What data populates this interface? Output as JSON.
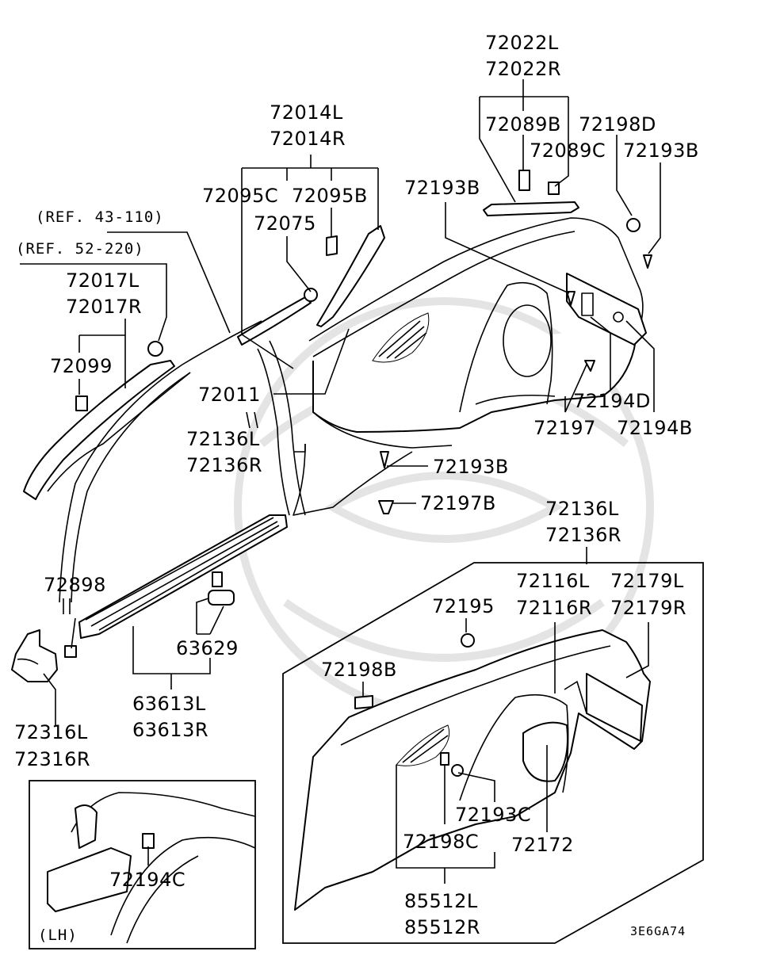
{
  "labels": {
    "p72022L": "72022L",
    "p72022R": "72022R",
    "p72089B": "72089B",
    "p72089C": "72089C",
    "p72198D": "72198D",
    "p72193B_top_right": "72193B",
    "p72014L": "72014L",
    "p72014R": "72014R",
    "p72095C": "72095C",
    "p72095B": "72095B",
    "p72075": "72075",
    "p72193B_mid": "72193B",
    "ref43": "(REF. 43-110)",
    "ref52": "(REF. 52-220)",
    "p72017L": "72017L",
    "p72017R": "72017R",
    "p72099": "72099",
    "p72011": "72011",
    "p72136L_a": "72136L",
    "p72136R_a": "72136R",
    "p72194D": "72194D",
    "p72197": "72197",
    "p72194B": "72194B",
    "p72193B_low": "72193B",
    "p72197B": "72197B",
    "p72136L_b": "72136L",
    "p72136R_b": "72136R",
    "p72898": "72898",
    "p72116L": "72116L",
    "p72116R": "72116R",
    "p72179L": "72179L",
    "p72179R": "72179R",
    "p72195": "72195",
    "p63629": "63629",
    "p72198B": "72198B",
    "p63613L": "63613L",
    "p63613R": "63613R",
    "p72316L": "72316L",
    "p72316R": "72316R",
    "p72193C": "72193C",
    "p72194C": "72194C",
    "p72198C": "72198C",
    "p72172": "72172",
    "p85512L": "85512L",
    "p85512R": "85512R",
    "lh": "(LH)",
    "code": "3E6GA74"
  },
  "colors": {
    "ink": "#000000",
    "paper": "#ffffff",
    "watermark": "#d8d8d8"
  }
}
